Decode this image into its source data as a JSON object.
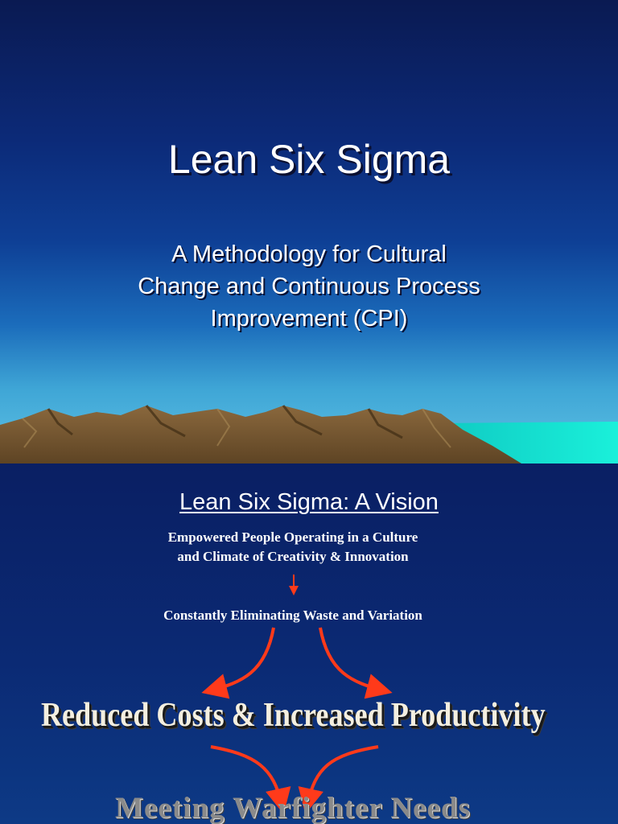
{
  "slide1": {
    "title": "Lean Six Sigma",
    "subtitle_lines": [
      "A Methodology for Cultural",
      "Change and Continuous Process",
      "Improvement (CPI)"
    ]
  },
  "slide2": {
    "title": "Lean Six Sigma: A Vision",
    "vision_lines": [
      "Empowered  People Operating in a Culture",
      "and Climate of Creativity & Innovation"
    ],
    "step_text": "Constantly Eliminating Waste and Variation",
    "outcome_text": "Reduced Costs & Increased Productivity",
    "goal_text": "Meeting Warfighter Needs"
  },
  "colors": {
    "background_top": "#0a1a52",
    "horizon": "#5fc2e4",
    "sea": "#19e0cf",
    "mountains": "#7a5a33",
    "arrow_red": "#ff3a1a",
    "text_white": "#ffffff"
  }
}
